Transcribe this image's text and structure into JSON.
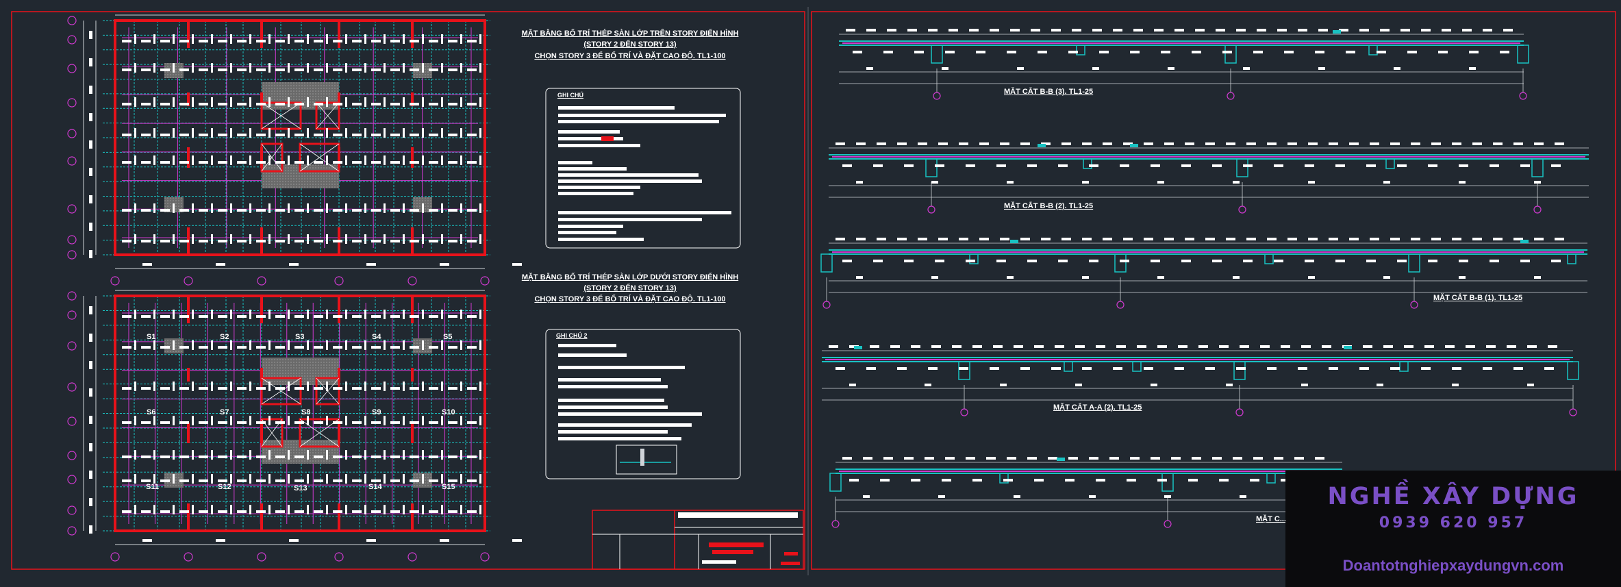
{
  "plans": {
    "upper": {
      "title_line1": "MẶT BẰNG BỐ TRÍ THÉP SÀN LỚP TRÊN STORY ĐIỂN HÌNH",
      "title_line2": "(STORY 2 ĐẾN STORY 13)",
      "title_line3": "CHỌN STORY 3 ĐỂ BỐ TRÍ VÀ ĐẶT CAO ĐỘ. TL1-100"
    },
    "lower": {
      "title_line1": "MẶT BẰNG BỐ TRÍ THÉP SÀN LỚP DƯỚI STORY ĐIỂN HÌNH",
      "title_line2": "(STORY 2 ĐẾN STORY 13)",
      "title_line3": "CHỌN STORY 3 ĐỂ BỐ TRÍ VÀ ĐẶT CAO ĐỘ. TL1-100",
      "slabs": [
        "S1",
        "S2",
        "S3",
        "S4",
        "S5",
        "S6",
        "S7",
        "S8",
        "S9",
        "S10",
        "S11",
        "S12",
        "S13",
        "S14",
        "S15"
      ]
    }
  },
  "notes": {
    "note1_title": "GHI CHÚ",
    "note2_title": "GHI CHÚ 2"
  },
  "sections": {
    "s1": "MẶT CẮT B-B (3). TL1-25",
    "s2": "MẶT CẮT B-B (2). TL1-25",
    "s3": "MẶT CẮT B-B (1). TL1-25",
    "s4": "MẶT CẮT A-A (2). TL1-25",
    "s5": "MẶT C..."
  },
  "watermark": {
    "brand": "NGHỀ XÂY DỰNG",
    "phone": "0939 620 957",
    "website": "Doantotnghiepxaydungvn.com"
  },
  "colors": {
    "background": "#212830",
    "border": "#e8121a",
    "grid_cyan": "#19c2c2",
    "rebar_magenta": "#d13ad1",
    "text": "#ffffff",
    "watermark_purple": "#7a4fc6"
  }
}
